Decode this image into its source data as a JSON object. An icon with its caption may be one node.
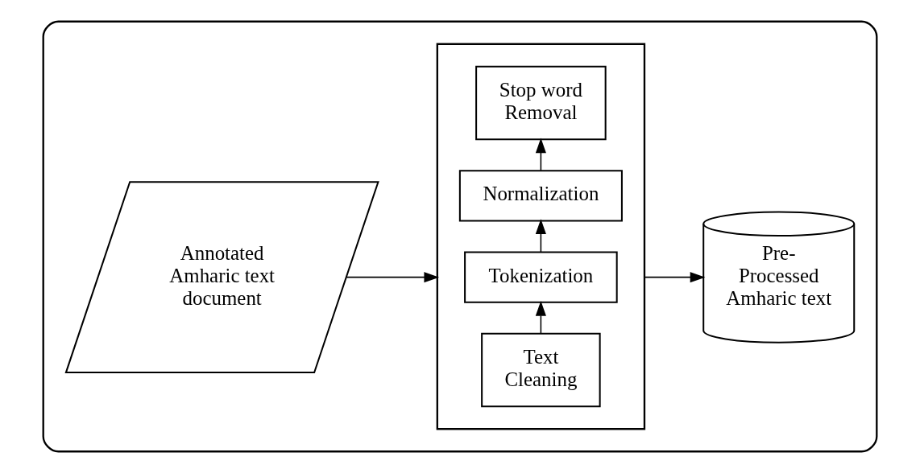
{
  "diagram": {
    "nodes": [
      {
        "text": [],
        "shape": "box"
      },
      {
        "text": [
          "Annotated Amharic text document"
        ],
        "in": 0
      },
      {
        "text": [],
        "shape": "box",
        "in": 0
      },
      {
        "text": [
          "Text Cleaning"
        ],
        "in": 2
      },
      {
        "text": [
          "Tokenization"
        ],
        "in": 2
      },
      {
        "text": [
          "Normalization"
        ],
        "in": 2
      },
      {
        "text": [
          "Stop word Removal"
        ],
        "in": 2
      },
      {
        "text": [
          "Pre- Processed Amharic text"
        ],
        "in": 0
      }
    ],
    "edges": [
      {
        "from": 1,
        "to": 2,
        "arrow": "to"
      },
      {
        "from": 3,
        "to": 4,
        "arrow": "to"
      },
      {
        "from": 4,
        "to": 5,
        "arrow": "to"
      },
      {
        "from": 5,
        "to": 6,
        "arrow": "to"
      },
      {
        "from": 2,
        "to": 7,
        "arrow": "to"
      }
    ]
  }
}
